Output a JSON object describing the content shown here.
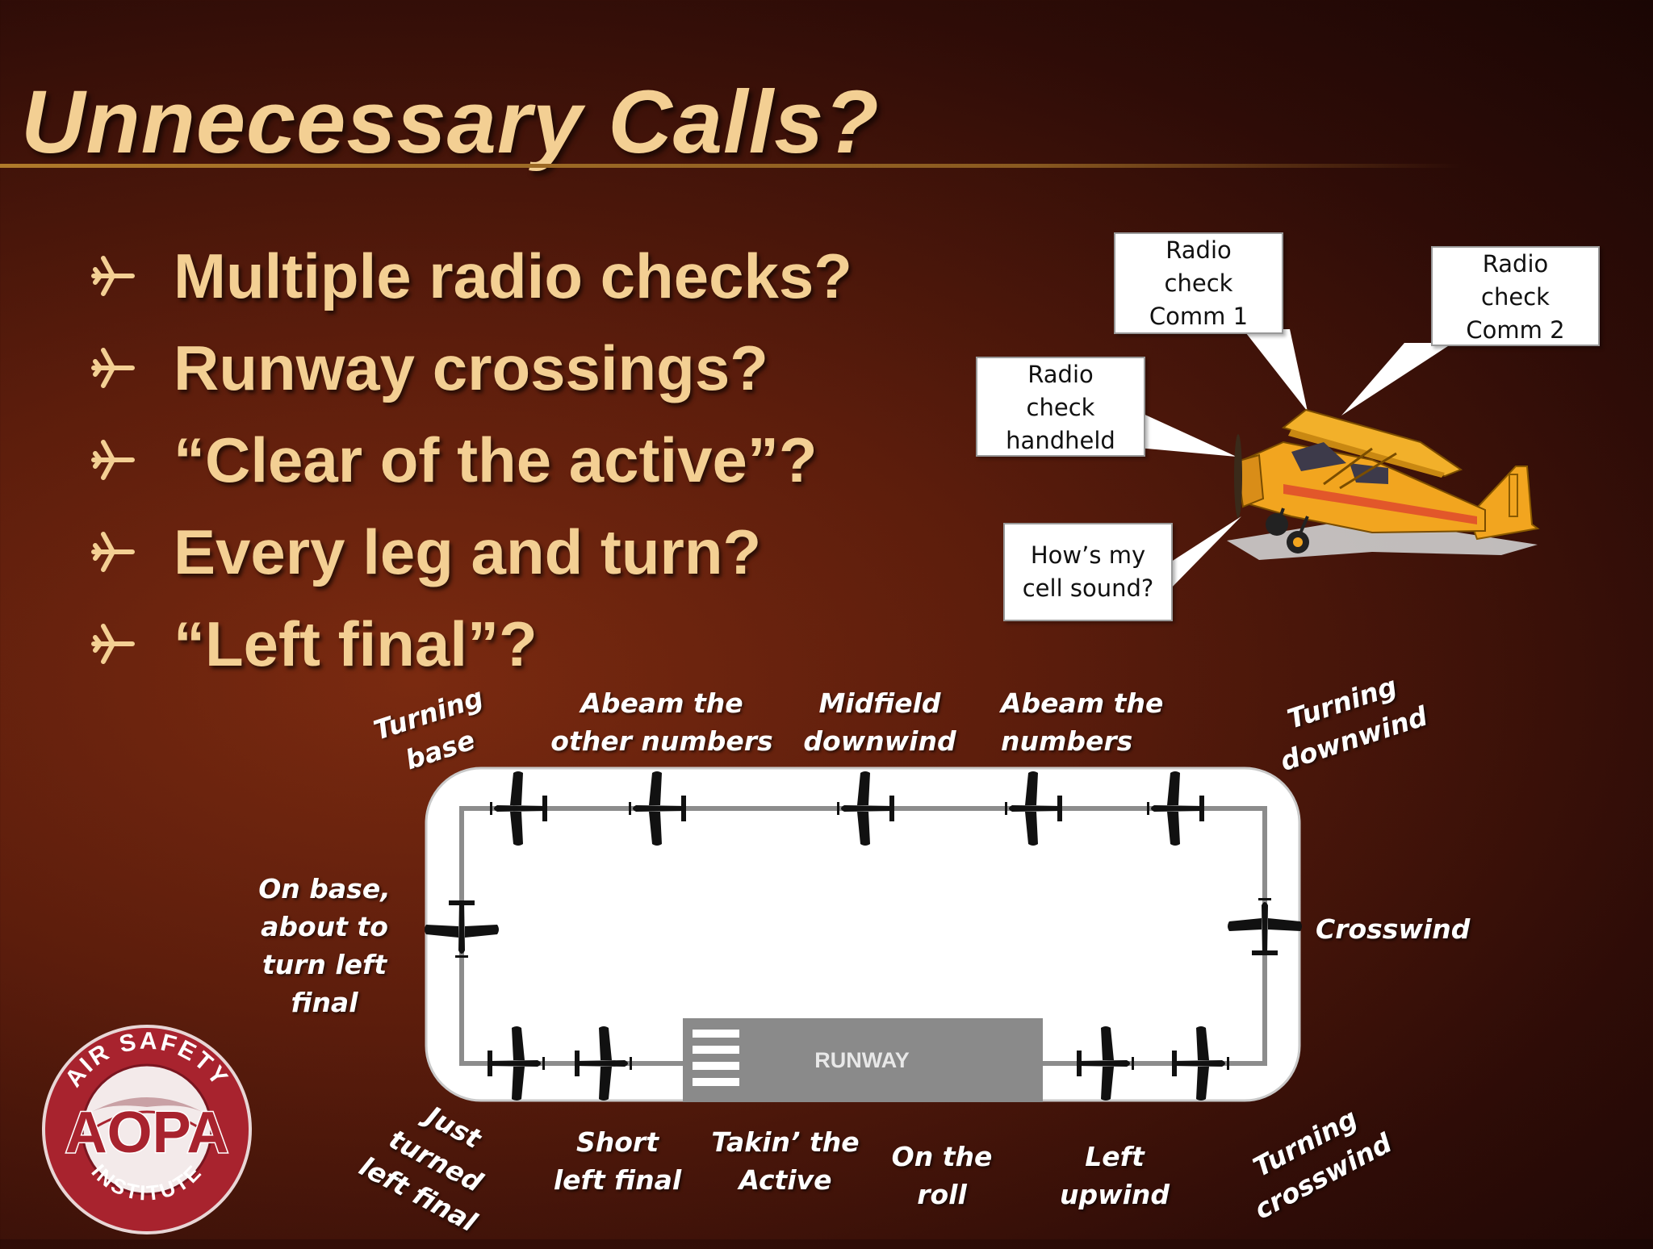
{
  "slide": {
    "title": "Unnecessary Calls?",
    "bullets": [
      "Multiple radio checks?",
      "Runway crossings?",
      "“Clear of the active”?",
      "Every leg and turn?",
      "“Left final”?"
    ],
    "bullet_icon": "airplane-icon"
  },
  "callouts": {
    "comm1": "Radio\ncheck\nComm 1",
    "comm2": "Radio\ncheck\nComm 2",
    "handheld": "Radio\ncheck\nhandheld",
    "cell": "How’s my\ncell  sound?"
  },
  "pattern": {
    "runway_label": "RUNWAY",
    "labels": {
      "turning_base": "Turning\nbase",
      "abeam_other": "Abeam the\nother numbers",
      "midfield": "Midfield\ndownwind",
      "abeam_numbers": "Abeam the\nnumbers",
      "turning_downwind": "Turning\ndownwind",
      "on_base": "On base,\nabout to\nturn left\nfinal",
      "crosswind": "Crosswind",
      "just_turned": "Just turned\nleft final",
      "short_final": "Short\nleft final",
      "takin": "Takin’ the\nActive",
      "on_roll": "On the roll",
      "left_upwind": "Left upwind",
      "turning_crosswind": "Turning\ncrosswind"
    }
  },
  "logo": {
    "top_text": "AIR SAFETY",
    "main_text": "AOPA",
    "bottom_text": "INSTITUTE"
  },
  "colors": {
    "title": "#f3cf93",
    "accent": "#b07a2a",
    "plane_yellow": "#f2a51f",
    "logo_red": "#a8232e"
  }
}
